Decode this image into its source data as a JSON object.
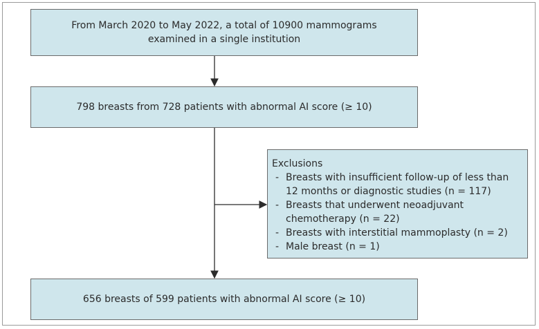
{
  "box_top": {
    "line1": "From March 2020 to May 2022, a total of 10900 mammograms",
    "line2": "examined in a single institution"
  },
  "box_middle": {
    "text": "798 breasts from 728 patients with abnormal AI score (≥ 10)"
  },
  "exclusions": {
    "title": "Exclusions",
    "bullet": "-",
    "items": [
      {
        "line1": "Breasts with insufficient follow-up of less than",
        "line2": "12 months or diagnostic studies (n = 117)"
      },
      {
        "line1": "Breasts that underwent neoadjuvant",
        "line2": "chemotherapy (n = 22)"
      },
      {
        "line1": "Breasts with interstitial mammoplasty (n = 2)"
      },
      {
        "line1": "Male breast (n = 1)"
      }
    ]
  },
  "box_bottom": {
    "text": "656 breasts of 599 patients with abnormal AI score (≥ 10)"
  },
  "colors": {
    "box_fill": "#cfe6ec",
    "box_border": "#6a6a6a",
    "arrow": "#2b2b2b"
  }
}
